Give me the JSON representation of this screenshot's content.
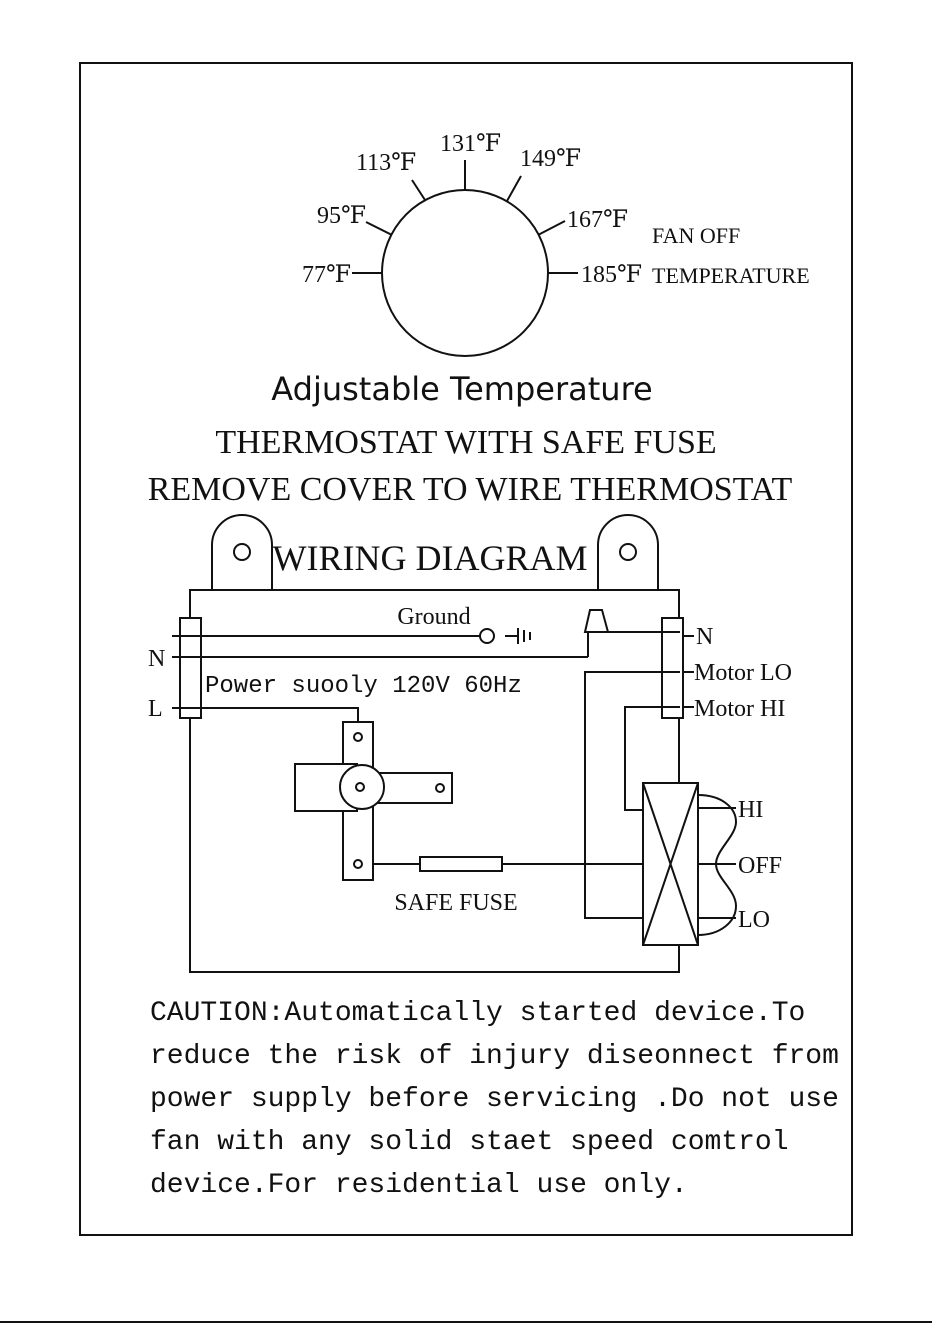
{
  "dial": {
    "marks": [
      "77℉",
      "95℉",
      "113℉",
      "131℉",
      "149℉",
      "167℉",
      "185℉"
    ],
    "side_label_1": "FAN OFF",
    "side_label_2": "TEMPERATURE"
  },
  "headings": {
    "title": "Adjustable Temperature",
    "line1": "THERMOSTAT WITH SAFE FUSE",
    "line2": "REMOVE COVER TO WIRE THERMOSTAT"
  },
  "wiring": {
    "title": "WIRING DIAGRAM",
    "ground": "Ground",
    "power": "Power suooly 120V 60Hz",
    "left_n": "N",
    "left_l": "L",
    "right_n": "N",
    "motor_lo": "Motor LO",
    "motor_hi": "Motor HI",
    "switch_hi": "HI",
    "switch_off": "OFF",
    "switch_lo": "LO",
    "fuse": "SAFE FUSE"
  },
  "caution": [
    "CAUTION:Automatically started device.To",
    "reduce the risk of injury diseonnect from",
    "power supply before servicing .Do not use",
    "fan with any solid staet speed comtrol",
    "device.For residential use only."
  ]
}
